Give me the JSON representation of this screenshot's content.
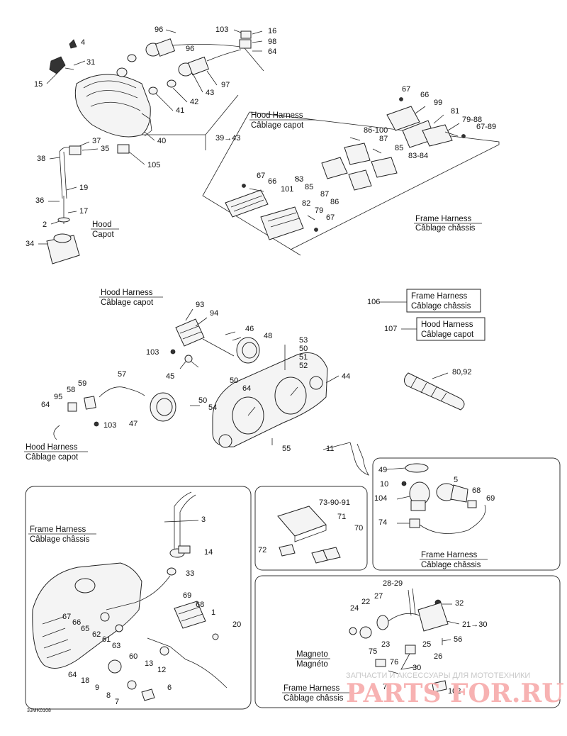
{
  "labels": {
    "hood_harness": "Hood Harness",
    "hood_harness_fr": "Câblage capot",
    "frame_harness": "Frame Harness",
    "frame_harness_fr": "Câblage châssis",
    "hood": "Hood",
    "hood_fr": "Capot",
    "magneto": "Magneto",
    "magneto_fr": "Magnéto"
  },
  "callouts": {
    "n2": "2",
    "n3": "3",
    "n4": "4",
    "n5": "5",
    "n6": "6",
    "n7": "7",
    "n8": "8",
    "n9": "9",
    "n10": "10",
    "n11": "11",
    "n12": "12",
    "n13": "13",
    "n14": "14",
    "n15": "15",
    "n16": "16",
    "n17": "17",
    "n18": "18",
    "n19": "19",
    "n1": "1",
    "n20": "20",
    "n22": "22",
    "n23": "23",
    "n24": "24",
    "n25": "25",
    "n26": "26",
    "n27": "27",
    "n28_29": "28-29",
    "n30": "30",
    "n31": "31",
    "n32": "32",
    "n33": "33",
    "n34": "34",
    "n35": "35",
    "n36": "36",
    "n37": "37",
    "n38": "38",
    "n39_43": "39→43",
    "n40": "40",
    "n41": "41",
    "n42": "42",
    "n43": "43",
    "n44": "44",
    "n45": "45",
    "n46": "46",
    "n47": "47",
    "n48": "48",
    "n49": "49",
    "n50": "50",
    "n51": "51",
    "n52": "52",
    "n53": "53",
    "n54": "54",
    "n55": "55",
    "n56": "56",
    "n57": "57",
    "n58": "58",
    "n59": "59",
    "n60": "60",
    "n61": "61",
    "n62": "62",
    "n63": "63",
    "n64": "64",
    "n65": "65",
    "n66": "66",
    "n67": "67",
    "n68": "68",
    "n69": "69",
    "n70": "70",
    "n71": "71",
    "n72": "72",
    "n73_90_91": "73-90-91",
    "n74": "74",
    "n75": "75",
    "n76": "76",
    "n78": "78",
    "n79": "79",
    "n79_88": "79-88",
    "n80_92": "80,92",
    "n81": "81",
    "n82": "82",
    "n83": "83",
    "n83_84": "83-84",
    "n85": "85",
    "n86": "86",
    "n86_100": "86-100",
    "n87": "87",
    "n93": "93",
    "n94": "94",
    "n95": "95",
    "n96": "96",
    "n97": "97",
    "n98": "98",
    "n99": "99",
    "n101": "101",
    "n102": "102",
    "n103": "103",
    "n104": "104",
    "n105": "105",
    "n106": "106",
    "n107": "107",
    "n21_30": "21→30",
    "n67_89": "67-89"
  },
  "footer_code": "33MK0108",
  "watermark": {
    "small": "ЗАПЧАСТИ И АКСЕССУАРЫ ДЛЯ МОТОТЕХНИКИ",
    "brand": "PARTS FOR.RU"
  }
}
